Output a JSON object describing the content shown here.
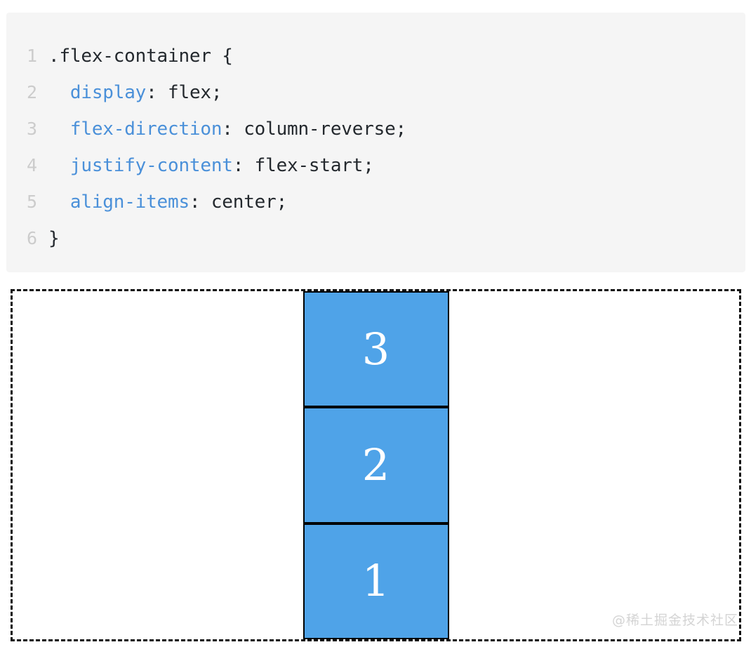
{
  "code_block": {
    "language": "css",
    "background_color": "#f5f5f5",
    "line_number_color": "#cccccc",
    "property_color": "#4a90d9",
    "text_color": "#24292e",
    "lines": [
      {
        "num": "1",
        "indent": "",
        "prop": "",
        "sep": "",
        "value": ".flex-container {"
      },
      {
        "num": "2",
        "indent": "  ",
        "prop": "display",
        "sep": ": ",
        "value": "flex;"
      },
      {
        "num": "3",
        "indent": "  ",
        "prop": "flex-direction",
        "sep": ": ",
        "value": "column-reverse;"
      },
      {
        "num": "4",
        "indent": "  ",
        "prop": "justify-content",
        "sep": ": ",
        "value": "flex-start;"
      },
      {
        "num": "5",
        "indent": "  ",
        "prop": "align-items",
        "sep": ": ",
        "value": "center;"
      },
      {
        "num": "6",
        "indent": "",
        "prop": "",
        "sep": "",
        "value": "}"
      }
    ]
  },
  "flex_demo": {
    "container_border_color": "#111111",
    "container_border_style": "dashed",
    "item_background_color": "#4fa3e8",
    "item_border_color": "#000000",
    "item_text_color": "#ffffff",
    "items": [
      {
        "label": "1"
      },
      {
        "label": "2"
      },
      {
        "label": "3"
      }
    ]
  },
  "watermark": {
    "text": "@稀土掘金技术社区",
    "color": "#d4d4d4"
  }
}
